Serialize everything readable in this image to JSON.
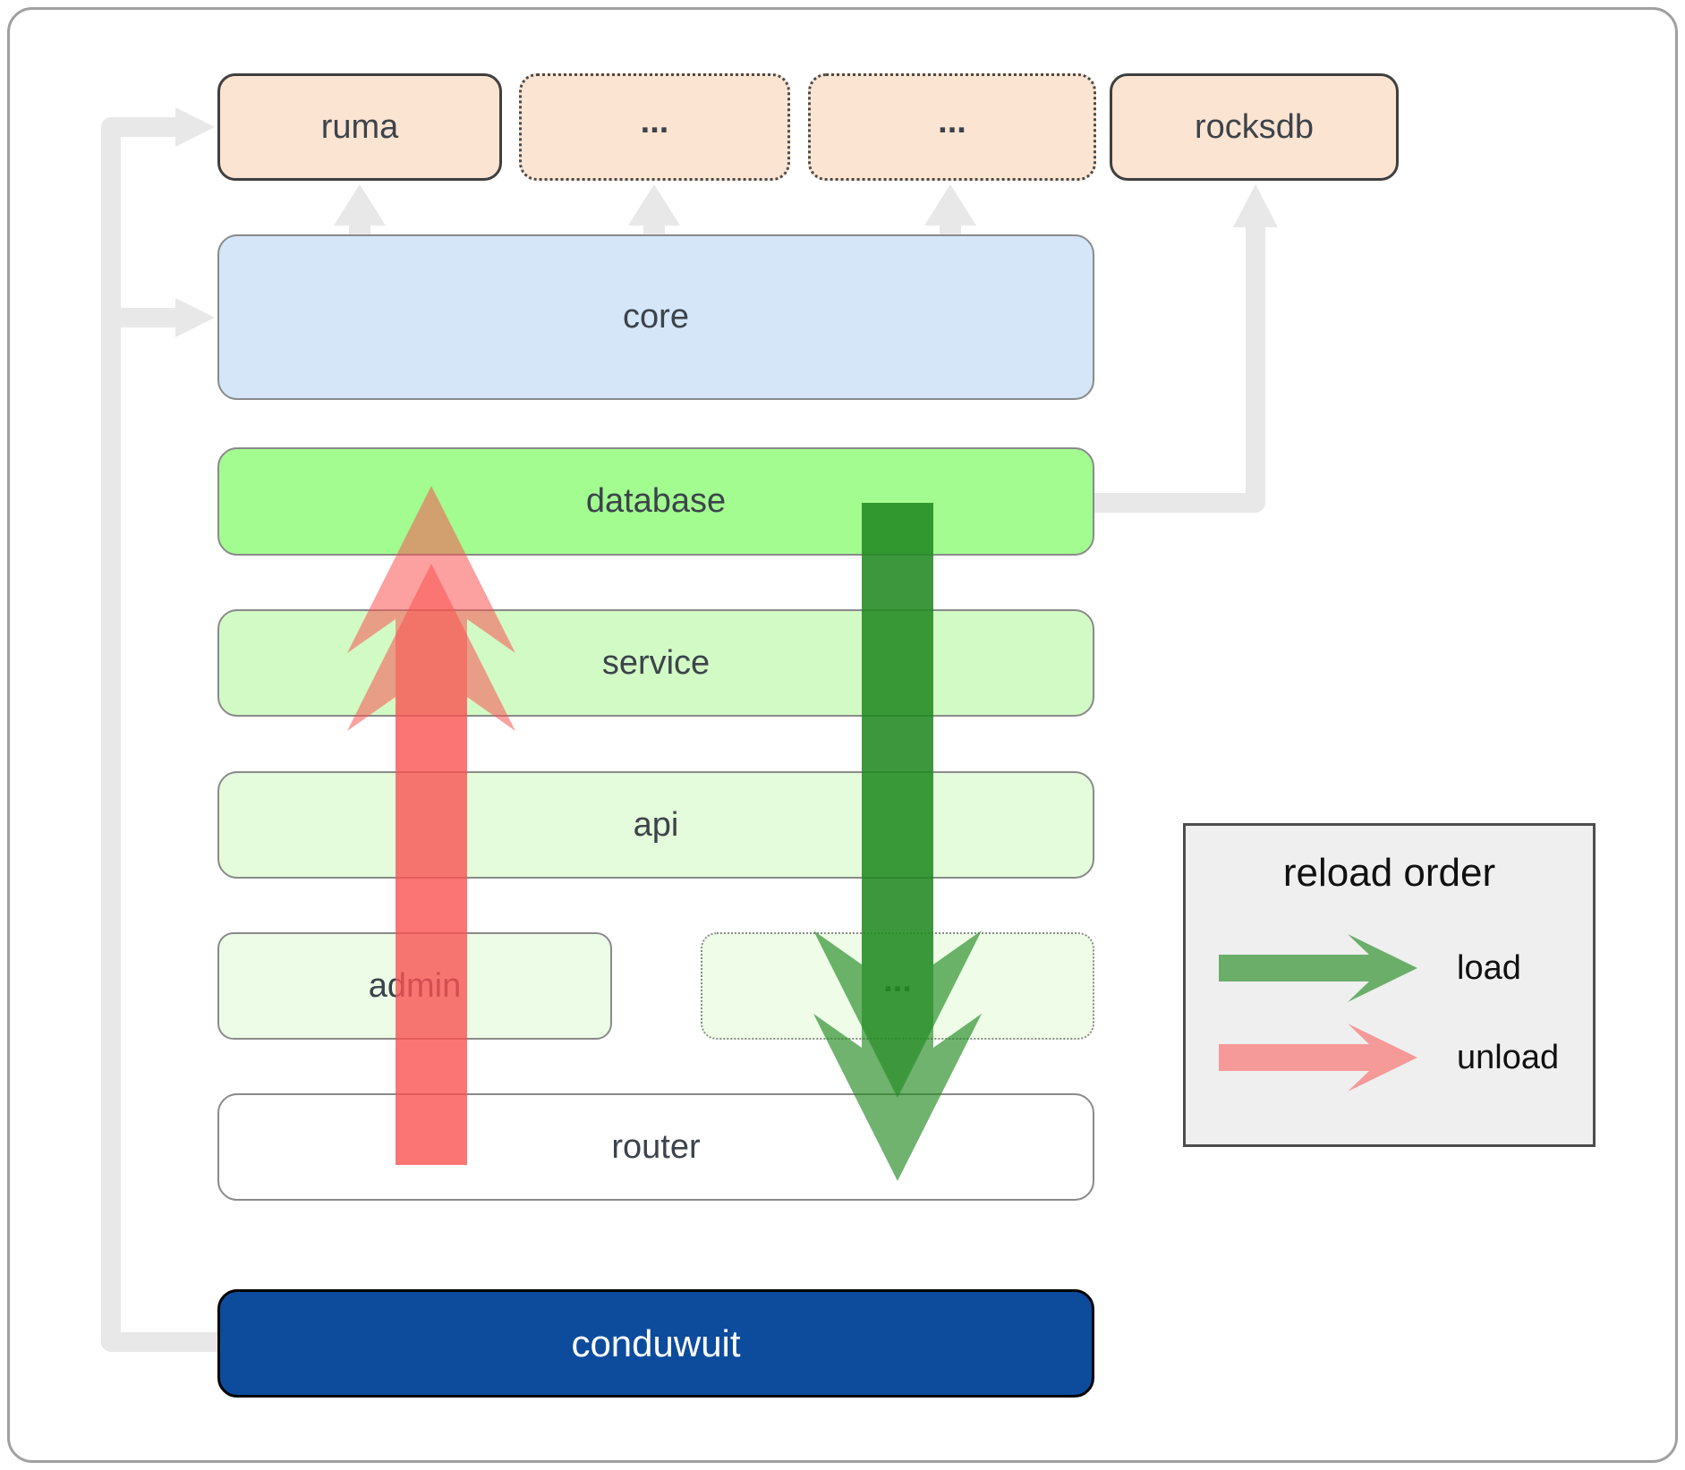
{
  "nodes": {
    "ruma": {
      "label": "ruma"
    },
    "ellipsis1": {
      "label": "..."
    },
    "ellipsis2": {
      "label": "..."
    },
    "rocksdb": {
      "label": "rocksdb"
    },
    "core": {
      "label": "core"
    },
    "database": {
      "label": "database"
    },
    "service": {
      "label": "service"
    },
    "api": {
      "label": "api"
    },
    "admin": {
      "label": "admin"
    },
    "ellipsis3": {
      "label": "..."
    },
    "router": {
      "label": "router"
    },
    "conduwuit": {
      "label": "conduwuit"
    }
  },
  "legend": {
    "title": "reload order",
    "items": [
      {
        "label": "load",
        "color": "#228b22"
      },
      {
        "label": "unload",
        "color": "#fa5252"
      }
    ]
  },
  "colors": {
    "peach_box": "#fce4d2",
    "core_box": "#d4e6f8",
    "database_box": "#a2fc90",
    "service_box": "#d2fac5",
    "api_box": "#e4fcdb",
    "admin_box": "#edfce6",
    "router_box": "#ffffff",
    "conduwuit_box": "#0d4c9c",
    "load_arrow": "#228b22",
    "unload_arrow": "#fa5252",
    "connector_gray": "#e8e8e8",
    "legend_bg": "#efefef"
  }
}
